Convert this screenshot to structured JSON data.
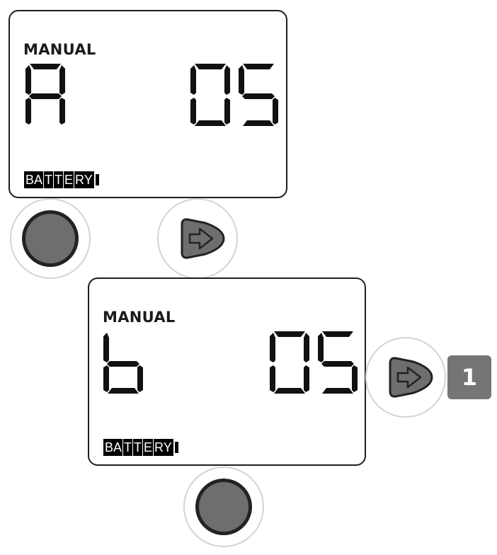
{
  "display_a": {
    "mode_label": "MANUAL",
    "letter": "A",
    "value": "05",
    "battery_label": [
      "BA",
      "T",
      "T",
      "E",
      "RY"
    ]
  },
  "display_b": {
    "mode_label": "MANUAL",
    "letter": "b",
    "value": "05",
    "battery_label": [
      "BA",
      "T",
      "T",
      "E",
      "RY"
    ]
  },
  "step_badge": "1",
  "colors": {
    "segment": "#111111",
    "button_fill": "#6e6e6e",
    "ring": "#d4d4d4",
    "badge": "#757575"
  },
  "icons": {
    "round_button": "circle-button-icon",
    "next_button": "arrow-right-icon"
  }
}
